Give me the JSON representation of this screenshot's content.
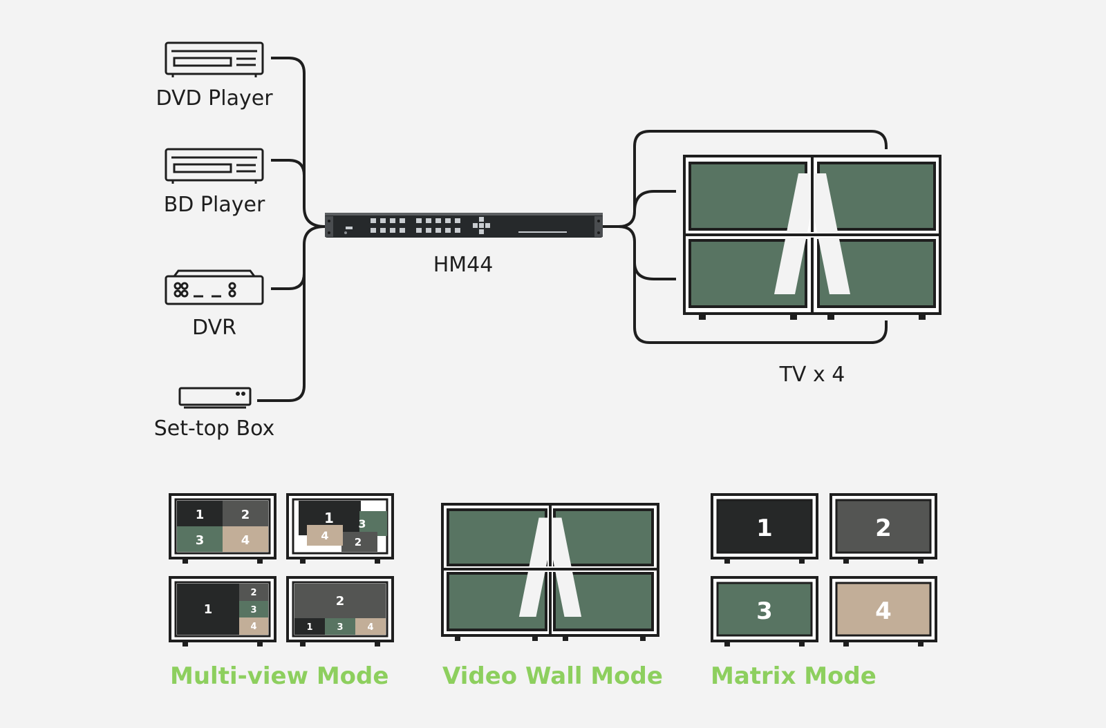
{
  "colors": {
    "background": "#f3f3f3",
    "line": "#1e1e1e",
    "screen_green": "#587462",
    "dark": "#262828",
    "gray": "#545553",
    "tan": "#c2ae98",
    "mode_green": "#8dcf5e",
    "white": "#ffffff"
  },
  "inputs": [
    {
      "label": "DVD Player",
      "icon": "dvd-player-icon"
    },
    {
      "label": "BD Player",
      "icon": "bd-player-icon"
    },
    {
      "label": "DVR",
      "icon": "dvr-icon"
    },
    {
      "label": "Set-top Box",
      "icon": "set-top-box-icon"
    }
  ],
  "switcher": {
    "label": "HM44",
    "icon": "hdmi-matrix-switcher-icon"
  },
  "outputs": {
    "label": "TV x 4",
    "icon": "tv-wall-icon"
  },
  "modes": [
    {
      "label": "Multi-view Mode",
      "layouts": [
        {
          "name": "quad",
          "cells": [
            "1",
            "2",
            "3",
            "4"
          ]
        },
        {
          "name": "overlap",
          "cells": [
            "1",
            "3",
            "4",
            "2"
          ]
        },
        {
          "name": "main-right-stack",
          "cells": [
            "1",
            "2",
            "3",
            "4"
          ]
        },
        {
          "name": "main-top-bottom-row",
          "cells": [
            "2",
            "1",
            "3",
            "4"
          ]
        }
      ]
    },
    {
      "label": "Video Wall Mode"
    },
    {
      "label": "Matrix Mode",
      "screens": [
        "1",
        "2",
        "3",
        "4"
      ]
    }
  ]
}
